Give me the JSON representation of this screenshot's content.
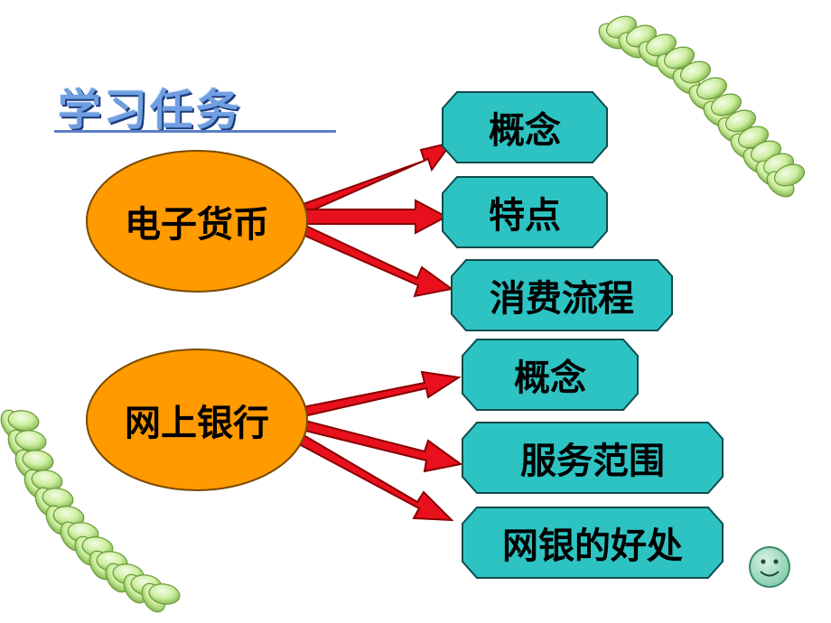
{
  "title": "学习任务",
  "topics": [
    {
      "label": "电子货币",
      "items": [
        "概念",
        "特点",
        "消费流程"
      ]
    },
    {
      "label": "网上银行",
      "items": [
        "概念",
        "服务范围",
        "网银的好处"
      ]
    }
  ],
  "colors": {
    "ellipse_fill": "#ff9a00",
    "box_fill": "#2ec3c3",
    "arrow_fill": "#e8101c",
    "title_color": "#6f9fe0",
    "leaf_green": "#b9e37a"
  },
  "decorations": [
    "leaf-garland-top-right",
    "leaf-garland-bottom-left",
    "smiley-icon"
  ]
}
